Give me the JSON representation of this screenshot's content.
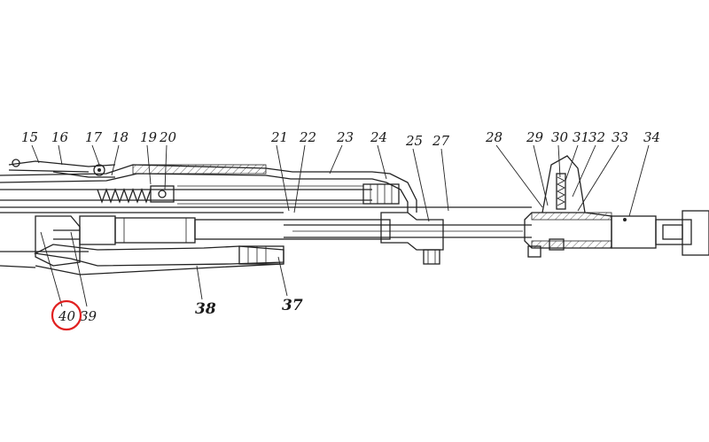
{
  "diagram": {
    "part_labels": [
      {
        "id": "15",
        "text": "15"
      },
      {
        "id": "16",
        "text": "16"
      },
      {
        "id": "17",
        "text": "17"
      },
      {
        "id": "18",
        "text": "18"
      },
      {
        "id": "19",
        "text": "19"
      },
      {
        "id": "20",
        "text": "20"
      },
      {
        "id": "21",
        "text": "21"
      },
      {
        "id": "22",
        "text": "22"
      },
      {
        "id": "23",
        "text": "23"
      },
      {
        "id": "24",
        "text": "24"
      },
      {
        "id": "25",
        "text": "25"
      },
      {
        "id": "27",
        "text": "27"
      },
      {
        "id": "28",
        "text": "28"
      },
      {
        "id": "29",
        "text": "29"
      },
      {
        "id": "30",
        "text": "30"
      },
      {
        "id": "31",
        "text": "31"
      },
      {
        "id": "32",
        "text": "32"
      },
      {
        "id": "33",
        "text": "33"
      },
      {
        "id": "34",
        "text": "34"
      },
      {
        "id": "37",
        "text": "37"
      },
      {
        "id": "38",
        "text": "38"
      },
      {
        "id": "39",
        "text": "39"
      },
      {
        "id": "40",
        "text": "40"
      }
    ],
    "highlighted_label": "40",
    "highlight_color": "#e02020"
  }
}
